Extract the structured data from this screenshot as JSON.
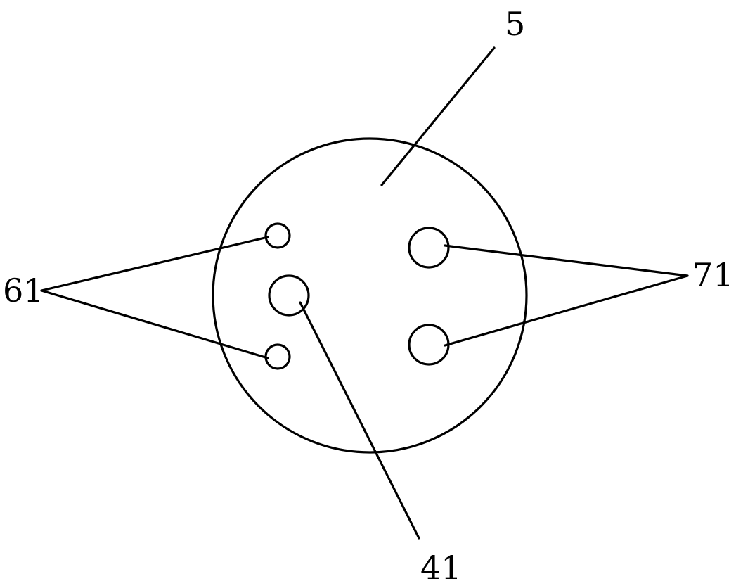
{
  "labels": {
    "part_5": "5",
    "part_61": "61",
    "part_71": "71",
    "part_41": "41"
  },
  "colors": {
    "line": "#000000",
    "background": "#ffffff"
  }
}
